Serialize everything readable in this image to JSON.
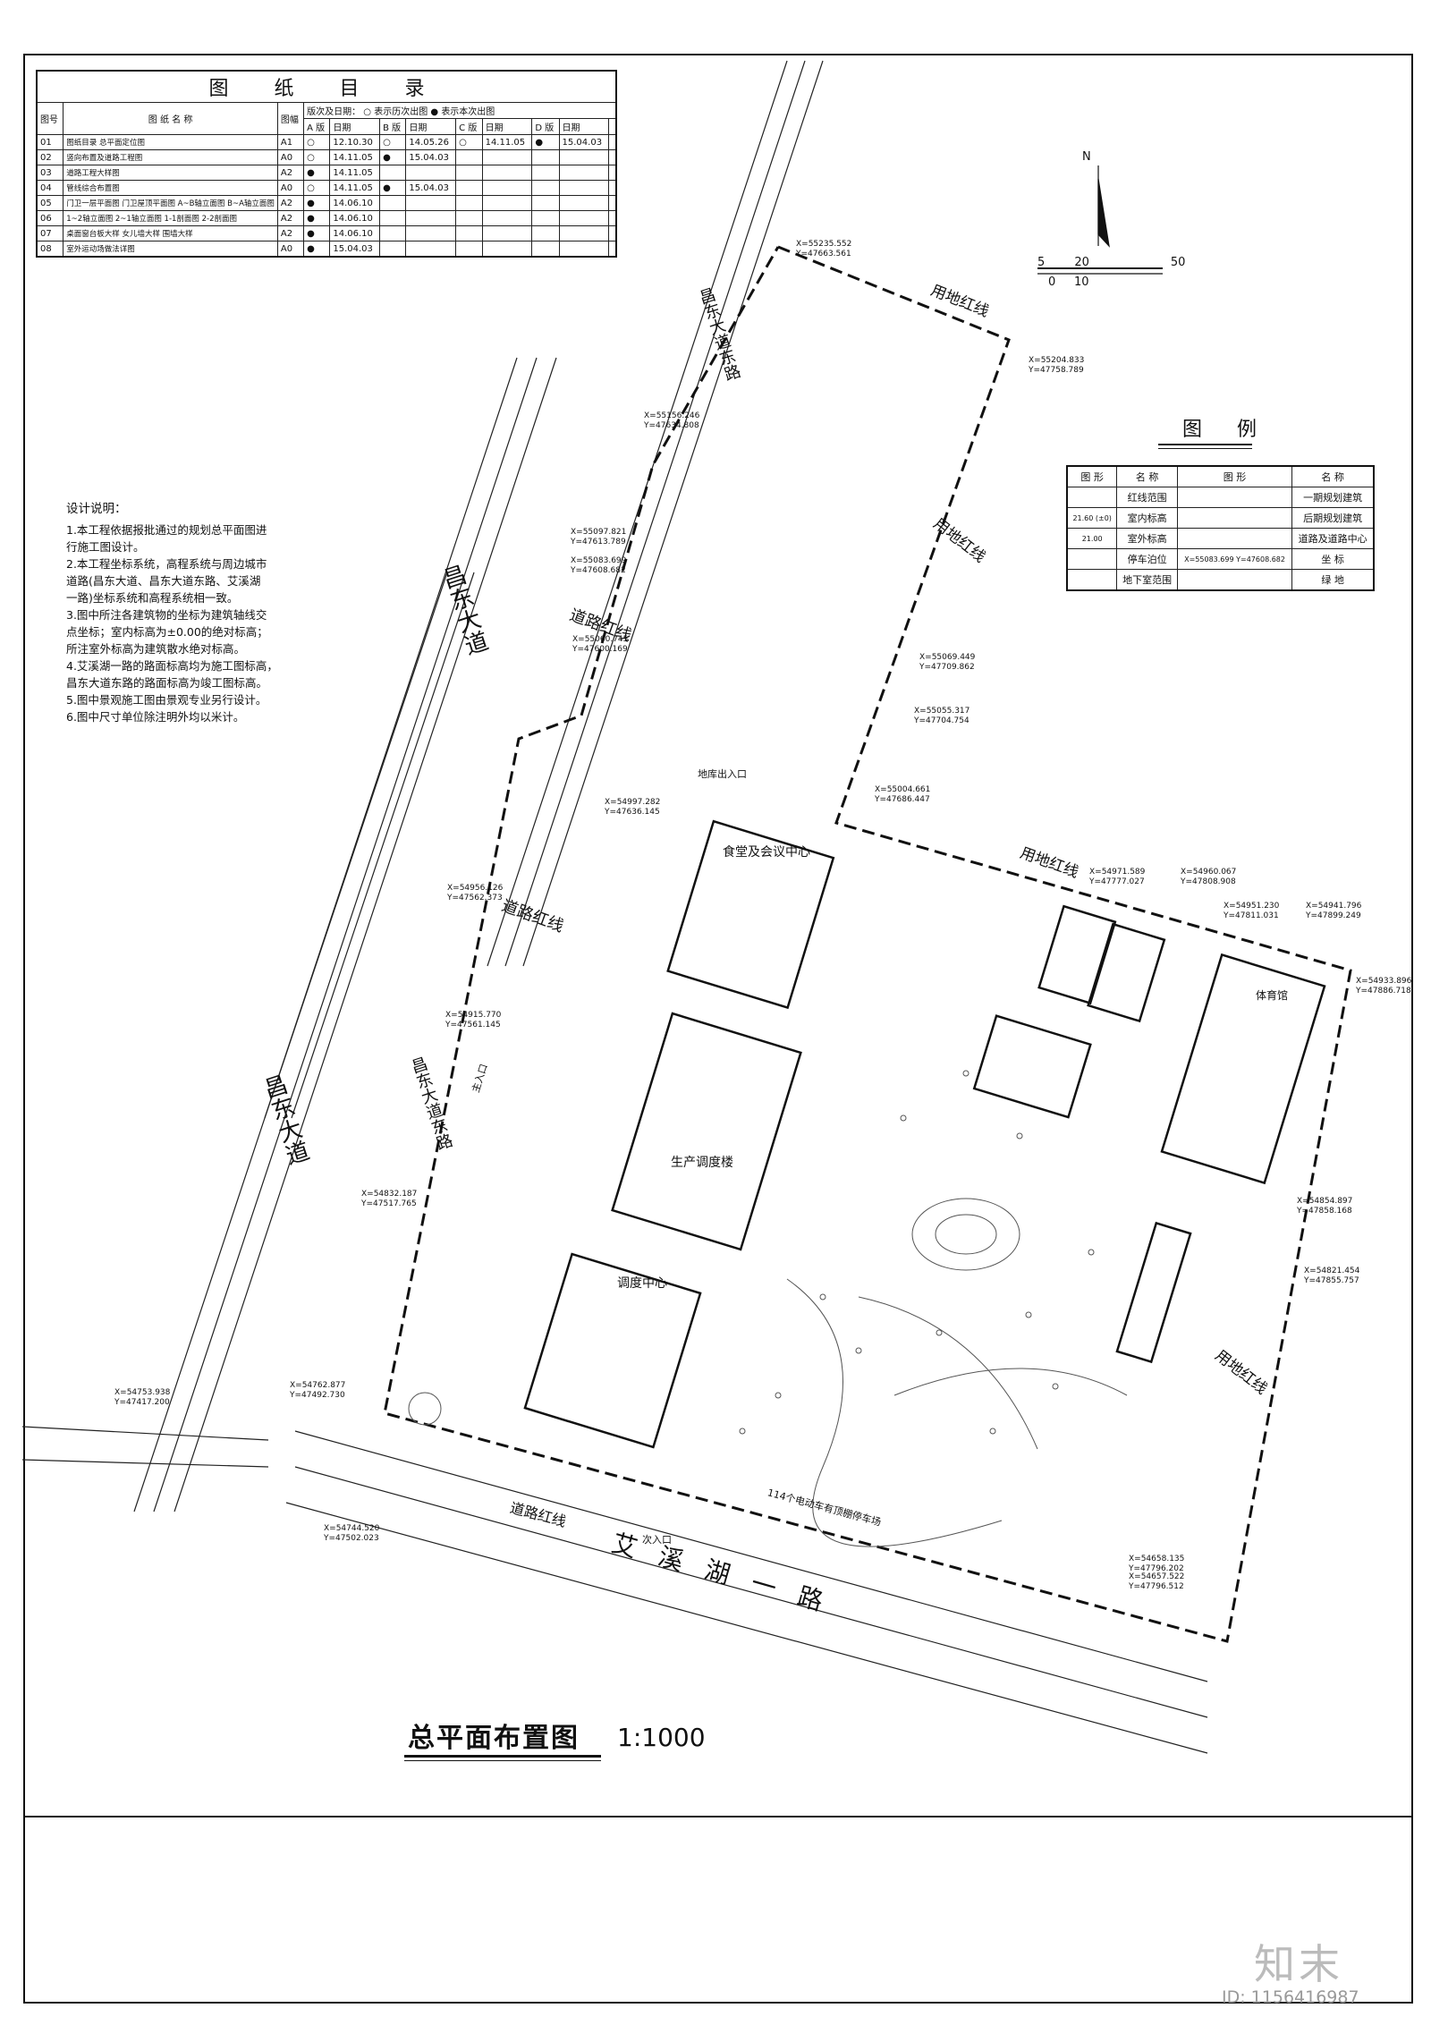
{
  "drawing_index": {
    "title": "图 纸 目 录",
    "head_no": "图号",
    "head_name": "图 纸 名 称",
    "head_size": "图幅",
    "version_label": "版次及日期：",
    "legend_history": "表示历次出图",
    "legend_current": "表示本次出图",
    "versions": [
      "A 版",
      "B 版",
      "C 版",
      "D 版"
    ],
    "date_label": "日期",
    "rows": [
      {
        "no": "01",
        "name": "图纸目录 总平面定位图",
        "size": "A1",
        "a": "○",
        "a_date": "12.10.30",
        "b": "○",
        "b_date": "14.05.26",
        "c": "○",
        "c_date": "14.11.05",
        "d": "●",
        "d_date": "15.04.03"
      },
      {
        "no": "02",
        "name": "竖向布置及道路工程图",
        "size": "A0",
        "a": "○",
        "a_date": "14.11.05",
        "b": "●",
        "b_date": "15.04.03",
        "c": "",
        "c_date": "",
        "d": "",
        "d_date": ""
      },
      {
        "no": "03",
        "name": "道路工程大样图",
        "size": "A2",
        "a": "●",
        "a_date": "14.11.05",
        "b": "",
        "b_date": "",
        "c": "",
        "c_date": "",
        "d": "",
        "d_date": ""
      },
      {
        "no": "04",
        "name": "管线综合布置图",
        "size": "A0",
        "a": "○",
        "a_date": "14.11.05",
        "b": "●",
        "b_date": "15.04.03",
        "c": "",
        "c_date": "",
        "d": "",
        "d_date": ""
      },
      {
        "no": "05",
        "name": "门卫一层平面图 门卫屋顶平面图 A~B轴立面图 B~A轴立面图",
        "size": "A2",
        "a": "●",
        "a_date": "14.06.10",
        "b": "",
        "b_date": "",
        "c": "",
        "c_date": "",
        "d": "",
        "d_date": ""
      },
      {
        "no": "06",
        "name": "1~2轴立面图 2~1轴立面图 1-1剖面图 2-2剖面图",
        "size": "A2",
        "a": "●",
        "a_date": "14.06.10",
        "b": "",
        "b_date": "",
        "c": "",
        "c_date": "",
        "d": "",
        "d_date": ""
      },
      {
        "no": "07",
        "name": "桌面窗台板大样 女儿墙大样 围墙大样",
        "size": "A2",
        "a": "●",
        "a_date": "14.06.10",
        "b": "",
        "b_date": "",
        "c": "",
        "c_date": "",
        "d": "",
        "d_date": ""
      },
      {
        "no": "08",
        "name": "室外运动场做法详图",
        "size": "A0",
        "a": "●",
        "a_date": "15.04.03",
        "b": "",
        "b_date": "",
        "c": "",
        "c_date": "",
        "d": "",
        "d_date": ""
      }
    ]
  },
  "notes": {
    "heading": "设计说明：",
    "lines": [
      "1.本工程依据报批通过的规划总平面图进",
      "行施工图设计。",
      "2.本工程坐标系统，高程系统与周边城市",
      "道路(昌东大道、昌东大道东路、艾溪湖",
      "一路)坐标系统和高程系统相一致。",
      "3.图中所注各建筑物的坐标为建筑轴线交",
      "点坐标；室内标高为±0.00的绝对标高；",
      "所注室外标高为建筑散水绝对标高。",
      "4.艾溪湖一路的路面标高均为施工图标高，",
      "昌东大道东路的路面标高为竣工图标高。",
      "5.图中景观施工图由景观专业另行设计。",
      "6.图中尺寸单位除注明外均以米计。"
    ]
  },
  "legend": {
    "title": "图 例",
    "head_shape": "图 形",
    "head_name": "名 称",
    "rows": [
      {
        "left_name": "红线范围",
        "left_sym": "",
        "right_name": "一期规划建筑",
        "right_sym": ""
      },
      {
        "left_name": "室内标高",
        "left_sym": "21.60 (±0)",
        "right_name": "后期规划建筑",
        "right_sym": ""
      },
      {
        "left_name": "室外标高",
        "left_sym": "21.00",
        "right_name": "道路及道路中心",
        "right_sym": ""
      },
      {
        "left_name": "停车泊位",
        "left_sym": "",
        "right_name": "坐 标",
        "right_sym": "X=55083.699 Y=47608.682"
      },
      {
        "left_name": "地下室范围",
        "left_sym": "",
        "right_name": "绿 地",
        "right_sym": ""
      }
    ]
  },
  "compass": {
    "north": "N"
  },
  "scale_bar": {
    "top": [
      "5",
      "20",
      "50"
    ],
    "bottom": [
      "0",
      "10"
    ]
  },
  "plan": {
    "title": "总平面布置图",
    "scale": "1:1000",
    "roads": [
      "昌东大道",
      "昌东大道",
      "昌东大道东路",
      "昌东大道东路",
      "艾溪湖一路"
    ],
    "redline": "用地红线",
    "road_redline": "道路红线",
    "buildings": [
      "食堂及会议中心",
      "生产调度楼",
      "调度中心",
      "体育馆"
    ],
    "entrances": [
      "地库出入口",
      "主入口",
      "次入口"
    ],
    "charge_station": "114个电动车有顶棚停车场",
    "coords": [
      "X=55235.552 Y=47663.561",
      "X=55204.833 Y=47758.789",
      "X=55156.246 Y=47634.808",
      "X=55097.821 Y=47613.789",
      "X=55083.699 Y=47608.682",
      "X=55060.745 Y=47600.169",
      "X=55069.449 Y=47709.862",
      "X=55055.317 Y=47704.754",
      "X=55004.661 Y=47686.447",
      "X=54997.282 Y=47636.145",
      "X=54971.589 Y=47777.027",
      "X=54960.067 Y=47808.908",
      "X=54951.230 Y=47811.031",
      "X=54941.796 Y=47899.249",
      "X=54933.896 Y=47886.718",
      "X=54956.126 Y=47562.373",
      "X=54915.770 Y=47561.145",
      "X=54854.897 Y=47858.168",
      "X=54821.454 Y=47855.757",
      "X=54832.187 Y=47517.765",
      "X=54762.877 Y=47492.730",
      "X=54753.938 Y=47417.200",
      "X=54744.520 Y=47502.023",
      "X=54658.135 Y=47796.202",
      "X=54657.522 Y=47796.512"
    ]
  },
  "watermark": {
    "brand": "知末",
    "id": "ID: 1156416987"
  }
}
